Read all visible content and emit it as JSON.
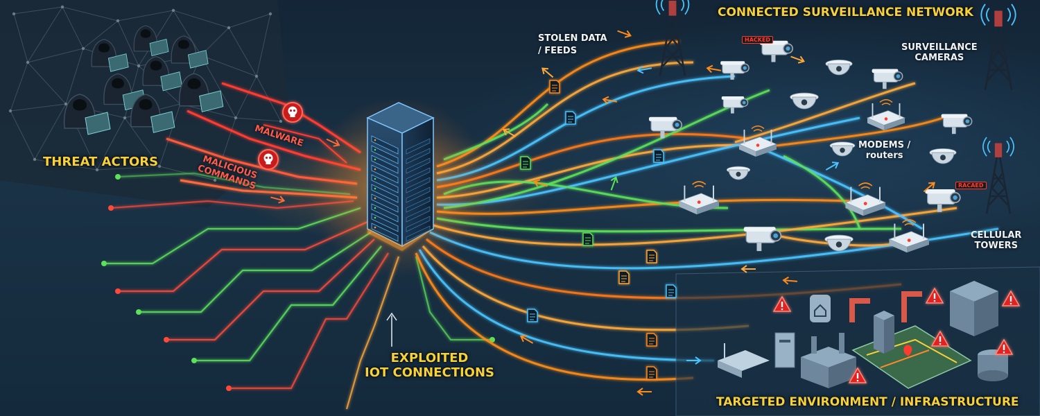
{
  "labels": {
    "threat_actors": "THREAT ACTORS",
    "malware": "MALWARE",
    "malicious_commands_1": "MALICIOUS",
    "malicious_commands_2": "COMMANDS",
    "stolen_data_1": "STOLEN DATA",
    "stolen_data_2": "/ FEEDS",
    "network_title": "CONNECTED SURVEILLANCE NETWORK",
    "surveillance_cameras_1": "SURVEILLANCE",
    "surveillance_cameras_2": "CAMERAS",
    "modems_1": "MODEMS /",
    "modems_2": "routers",
    "cellular_towers_1": "CELLULAR",
    "cellular_towers_2": "TOWERS",
    "exploited_iot_1": "EXPLOITED",
    "exploited_iot_2": "IOT CONNECTIONS",
    "targeted_env": "TARGETED ENVIRONMENT / INFRASTRUCTURE",
    "hacked_tag_1": "HACKED",
    "hacked_tag_2": "RACAED"
  },
  "colors": {
    "threat_red": "#ff3b30",
    "exfil_orange": "#ff9a2a",
    "feed_blue": "#49c4ff",
    "command_green": "#5de05a",
    "label_yellow": "#f6d13a"
  },
  "icons": {
    "server": "server-rack-icon",
    "hacker": "hooded-hacker-icon",
    "skull": "skull-icon",
    "camera": "surveillance-camera-icon",
    "dome": "dome-camera-icon",
    "router": "router-icon",
    "tower": "cell-tower-icon",
    "alert": "warning-icon",
    "file": "document-icon"
  }
}
